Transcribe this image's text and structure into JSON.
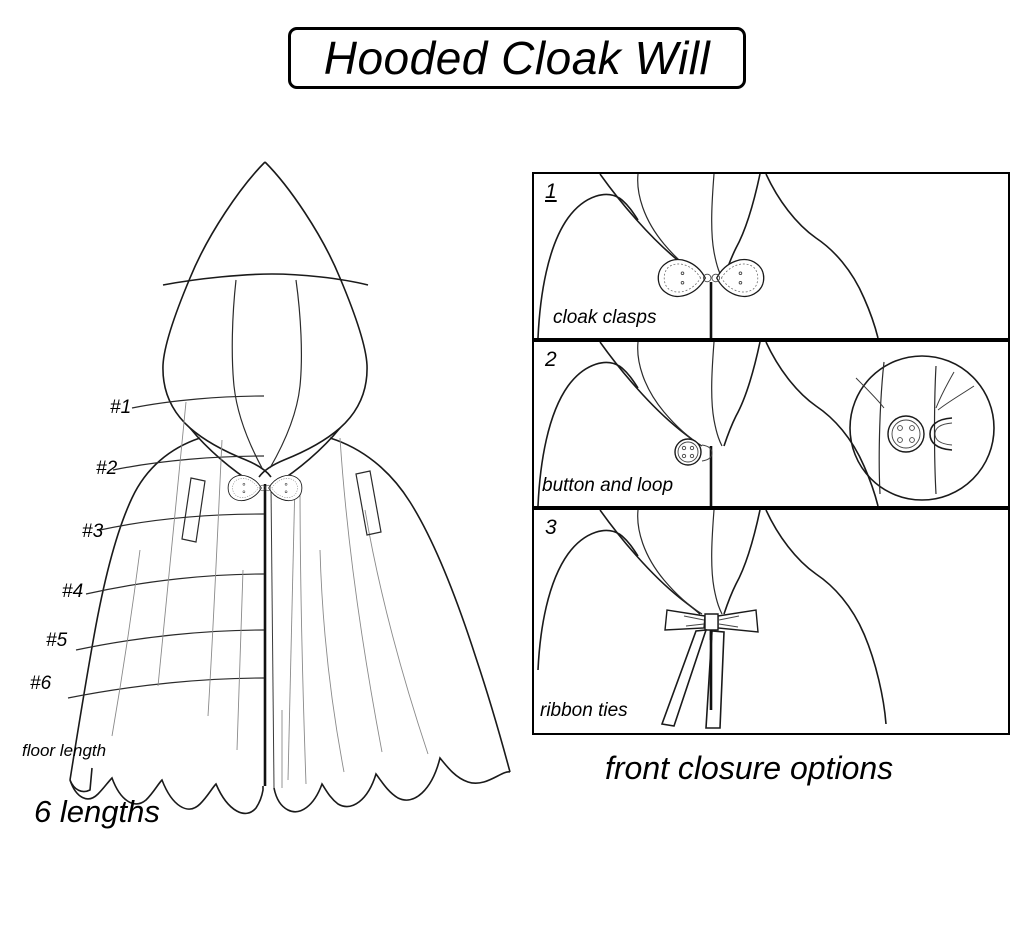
{
  "document": {
    "title": "Hooded Cloak Will",
    "type": "sewing-pattern-technical-drawing",
    "background_color": "#ffffff",
    "line_color": "#1a1a1a"
  },
  "left_figure": {
    "name": "hooded cloak front view",
    "heading": "6 lengths",
    "floor_length_label": "floor length",
    "length_marks": [
      {
        "id": "1",
        "label": "#1"
      },
      {
        "id": "2",
        "label": "#2"
      },
      {
        "id": "3",
        "label": "#3"
      },
      {
        "id": "4",
        "label": "#4"
      },
      {
        "id": "5",
        "label": "#5"
      },
      {
        "id": "6",
        "label": "#6"
      }
    ],
    "features": [
      "pointed hood",
      "center front opening",
      "cloak clasp at neck",
      "two welt pocket slits",
      "scalloped draped hem"
    ]
  },
  "right_figure": {
    "name": "front closure options",
    "caption": "front closure options",
    "panels": [
      {
        "number": "1",
        "caption": "cloak clasps",
        "has_detail_inset": false
      },
      {
        "number": "2",
        "caption": "button and loop",
        "has_detail_inset": true
      },
      {
        "number": "3",
        "caption": "ribbon ties",
        "has_detail_inset": false
      }
    ]
  }
}
